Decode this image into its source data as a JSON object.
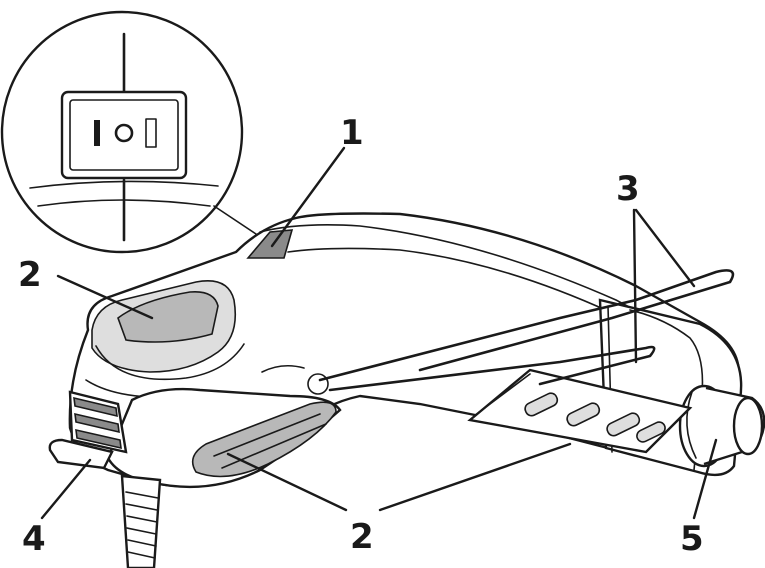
{
  "callouts": {
    "c1": "1",
    "c2_top": "2",
    "c2_bottom": "2",
    "c3": "3",
    "c4": "4",
    "c5": "5"
  },
  "colors": {
    "line": "#1a1a1a",
    "shade": "#b8b8b8",
    "background": "#ffffff"
  }
}
